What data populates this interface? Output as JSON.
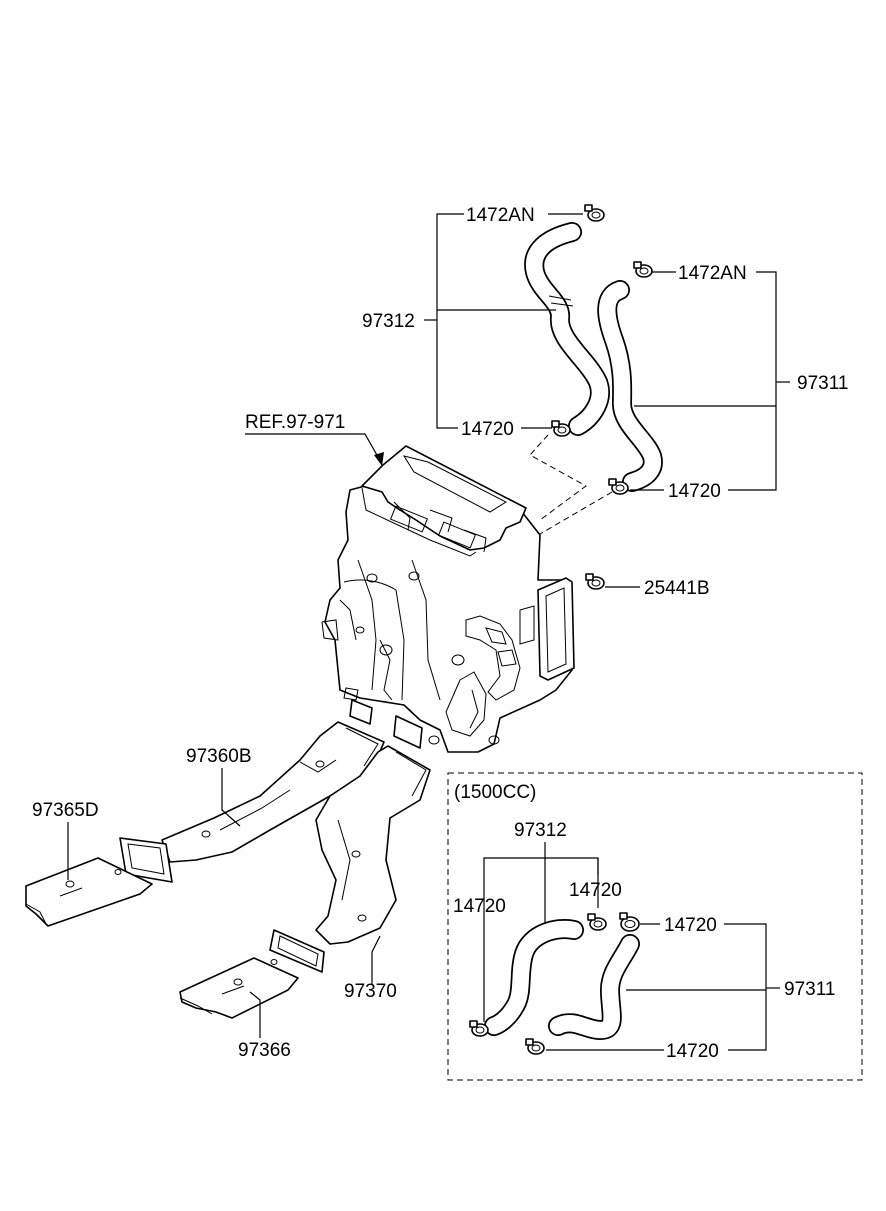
{
  "labels": {
    "upper_97312": "97312",
    "upper_1472AN_left": "1472AN",
    "upper_14720_left": "14720",
    "upper_1472AN_right": "1472AN",
    "upper_97311": "97311",
    "upper_14720_right": "14720",
    "ref": "REF.97-971",
    "clip_25441B": "25441B",
    "duct_97360B": "97360B",
    "duct_97365D": "97365D",
    "duct_97370": "97370",
    "duct_97366": "97366",
    "inset_title": "(1500CC)",
    "inset_97312": "97312",
    "inset_14720_a": "14720",
    "inset_14720_b": "14720",
    "inset_14720_c": "14720",
    "inset_97311": "97311",
    "inset_14720_d": "14720"
  }
}
